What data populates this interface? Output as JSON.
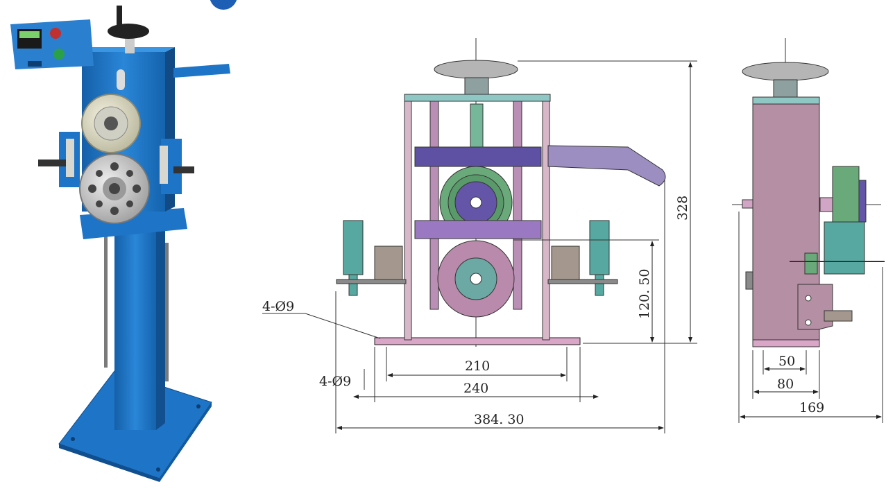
{
  "colors": {
    "machine_blue": "#1f78c8",
    "frame_pink": "#c9a0b4",
    "roller_green": "#5aa57c",
    "clamp_purple": "#6a5fa8",
    "dimension_line": "#222222"
  },
  "front_view": {
    "hole_label_top": "4-Ø9",
    "hole_label_bottom": "4-Ø9",
    "dim_210": "210",
    "dim_240": "240",
    "dim_384": "384. 30",
    "dim_328": "328",
    "dim_120": "120. 50"
  },
  "side_view": {
    "dim_50": "50",
    "dim_80": "80",
    "dim_169": "169"
  },
  "photo": {
    "icons": [
      "display-panel-icon",
      "handwheel-icon",
      "upper-roller-icon",
      "lower-roller-icon",
      "base-plate-icon"
    ]
  }
}
